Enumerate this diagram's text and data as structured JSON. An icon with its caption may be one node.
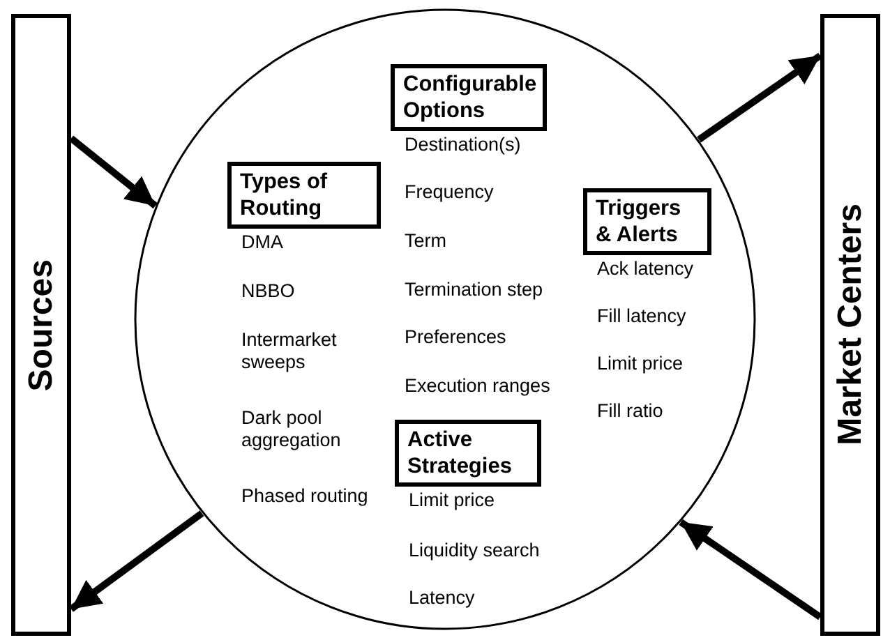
{
  "diagram": {
    "nodes": [
      {
        "text": [
          "Sources"
        ]
      },
      {
        "text": [],
        "shape": "circle"
      },
      {
        "text": [
          "Types of Routing"
        ],
        "in": 1,
        "beside": [
          "DMA",
          "NBBO",
          "Intermarket sweeps",
          "Dark pool aggregation",
          "Phased routing"
        ]
      },
      {
        "text": [
          "Configurable Options"
        ],
        "in": 1,
        "beside": [
          "Destination(s)",
          "Frequency",
          "Term",
          "Termination step",
          "Preferences",
          "Execution ranges"
        ]
      },
      {
        "text": [
          "Active Strategies"
        ],
        "in": 1,
        "beside": [
          "Limit price",
          "Liquidity search",
          "Latency"
        ]
      },
      {
        "text": [
          "Triggers & Alerts"
        ],
        "in": 1,
        "beside": [
          "Ack latency",
          "Fill latency",
          "Limit price",
          "Fill ratio"
        ]
      },
      {
        "text": [
          "Market Centers"
        ]
      }
    ],
    "edges": [
      {
        "from": 0,
        "to": 1,
        "arrow": "to"
      },
      {
        "from": 1,
        "to": 0,
        "arrow": "to"
      },
      {
        "from": 1,
        "to": 6,
        "arrow": "to"
      },
      {
        "from": 6,
        "to": 1,
        "arrow": "to"
      }
    ]
  }
}
